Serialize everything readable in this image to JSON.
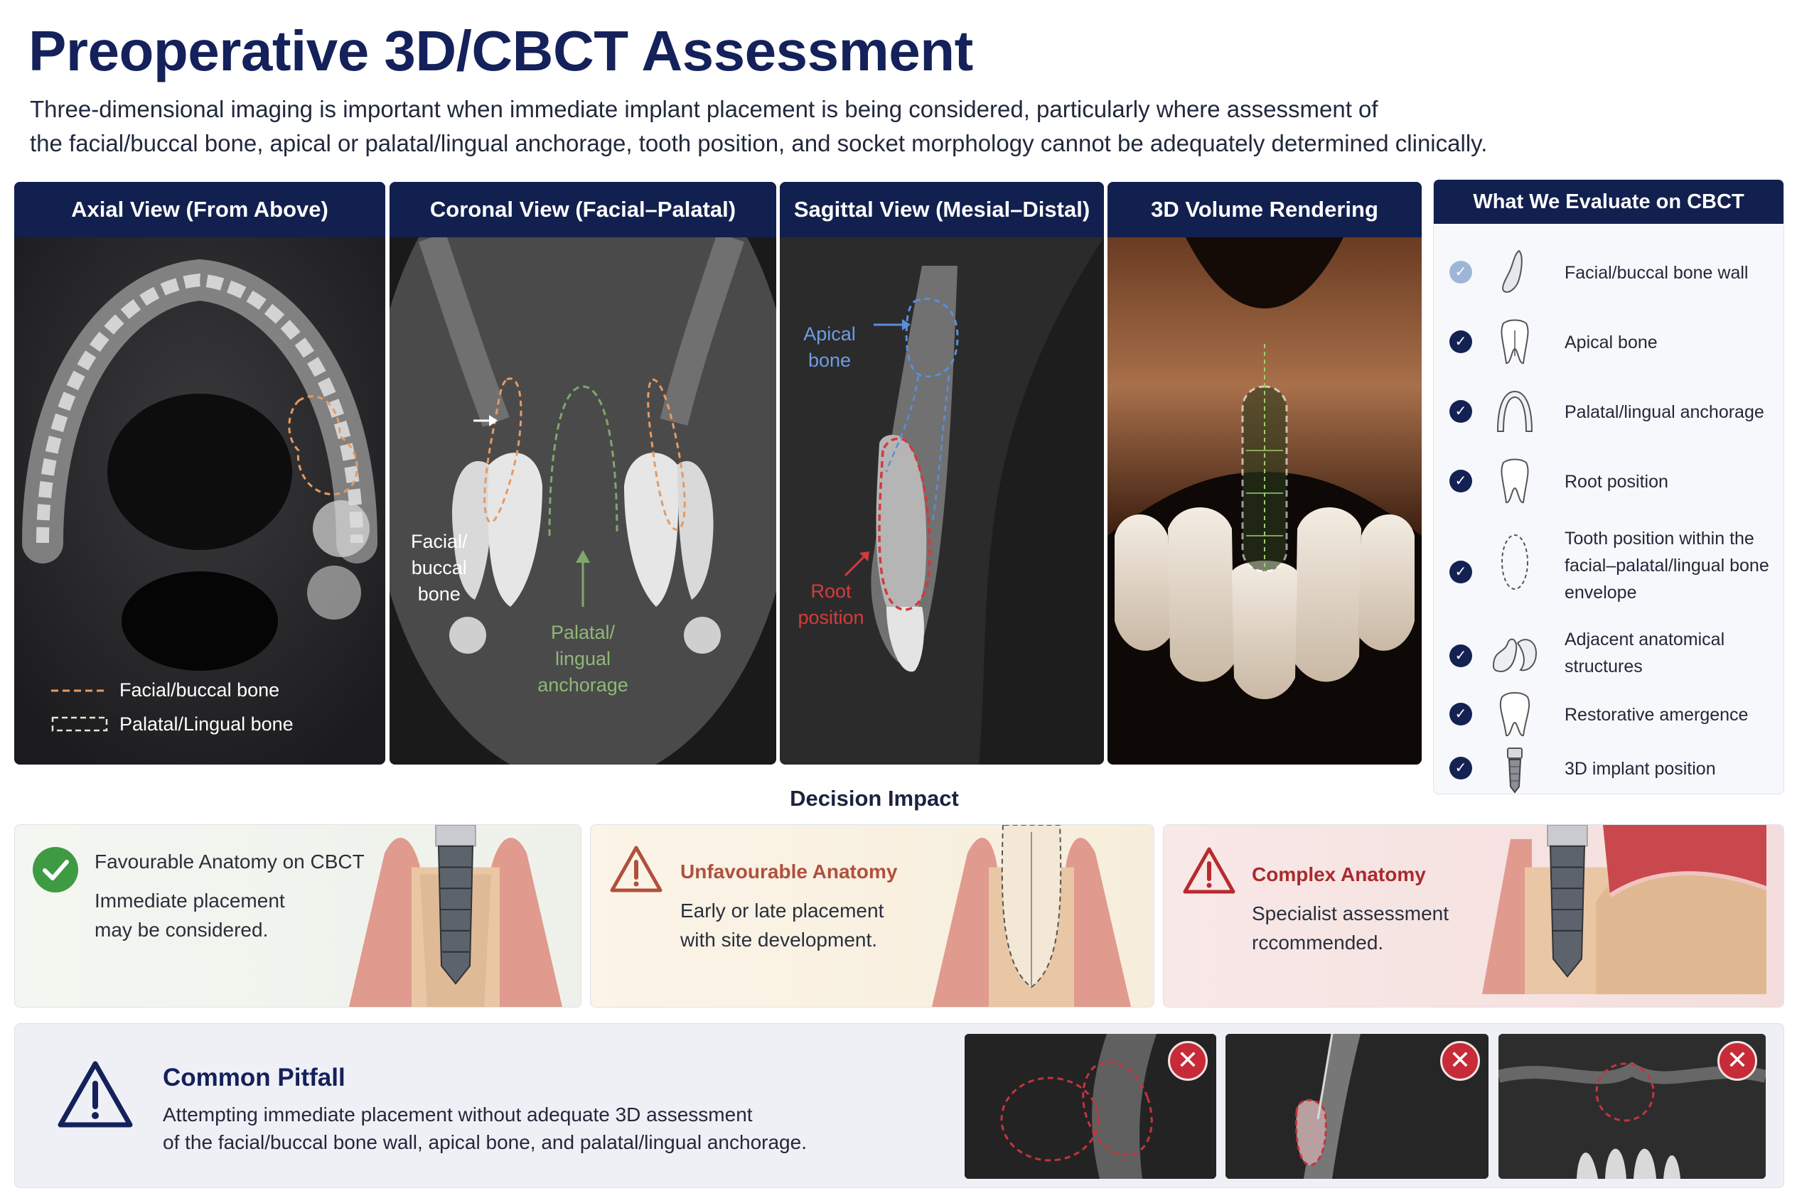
{
  "header": {
    "title": "Preoperative 3D/CBCT Assessment",
    "intro_line1": "Three-dimensional imaging is important when immediate implant placement is being considered, particularly where assessment of",
    "intro_line2": "the facial/buccal bone, apical or palatal/lingual anchorage, tooth position, and socket morphology cannot be adequately determined clinically."
  },
  "panels": {
    "axial": {
      "title": "Axial View (From Above)",
      "legend_facial": "Facial/buccal bone",
      "legend_palatal": "Palatal/Lingual bone"
    },
    "coronal": {
      "title": "Coronal View (Facial–Palatal)",
      "label_facial_1": "Facial/",
      "label_facial_2": "buccal",
      "label_facial_3": "bone",
      "label_palatal_1": "Palatal/",
      "label_palatal_2": "lingual",
      "label_palatal_3": "anchorage"
    },
    "sagittal": {
      "title": "Sagittal View (Mesial–Distal)",
      "label_apical_1": "Apical",
      "label_apical_2": "bone",
      "label_root_1": "Root",
      "label_root_2": "position"
    },
    "volume": {
      "title": "3D Volume Rendering"
    }
  },
  "evaluate": {
    "title": "What We Evaluate on CBCT",
    "items": [
      {
        "label": "Facial/buccal bone wall",
        "icon": "bone-wall-icon"
      },
      {
        "label": "Apical bone",
        "icon": "tooth-root-icon"
      },
      {
        "label": "Palatal/lingual anchorage",
        "icon": "arch-icon"
      },
      {
        "label": "Root position",
        "icon": "tooth-icon"
      },
      {
        "label": "Tooth position within the facial–palatal/lingual bone envelope",
        "icon": "dashed-envelope-icon"
      },
      {
        "label": "Adjacent anatomical structures",
        "icon": "anatomy-icon"
      },
      {
        "label": "Restorative amergence",
        "icon": "molar-icon"
      },
      {
        "label": "3D implant position",
        "icon": "implant-icon"
      }
    ]
  },
  "decision": {
    "title": "Decision Impact",
    "favourable": {
      "title": "Favourable Anatomy on CBCT",
      "body_line1": "Immediate placement",
      "body_line2": "may be considered.",
      "color": "#3f9a44"
    },
    "unfavourable": {
      "title": "Unfavourable Anatomy",
      "body_line1": "Early or late placement",
      "body_line2": "with site development.",
      "color": "#b0503e"
    },
    "complex": {
      "title": "Complex Anatomy",
      "body_line1": "Specialist assessment",
      "body_line2": "rccommended.",
      "color": "#b72b2f"
    }
  },
  "pitfall": {
    "title": "Common Pitfall",
    "body_line1": "Attempting immediate placement without adequate 3D assessment",
    "body_line2": "of the facial/buccal bone wall, apical bone, and palatal/lingual anchorage.",
    "badge_symbol": "✕"
  },
  "colors": {
    "navy": "#12204f",
    "facial_orange": "#e59a63",
    "palatal_green": "#7fa86a",
    "apical_blue": "#5b8ed8",
    "root_red": "#d23a3a"
  }
}
